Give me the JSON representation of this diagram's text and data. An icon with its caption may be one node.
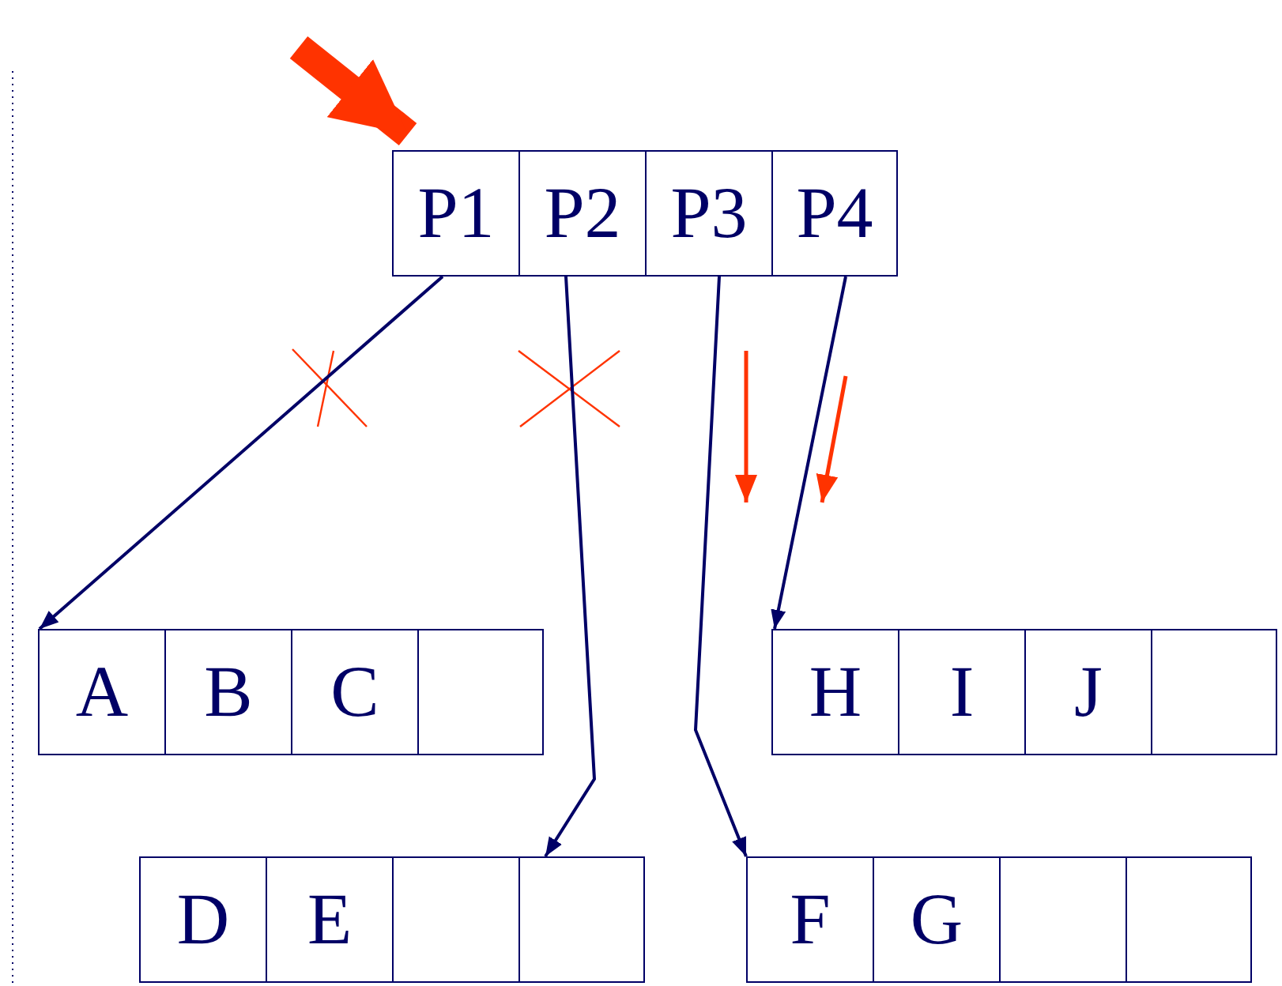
{
  "diagram": {
    "nodes": [
      {
        "text": [
          "P1"
        ]
      },
      {
        "text": [
          "P2"
        ]
      },
      {
        "text": [
          "P3"
        ]
      },
      {
        "text": [
          "P4"
        ]
      },
      {
        "text": [
          "A"
        ]
      },
      {
        "text": [
          "B"
        ]
      },
      {
        "text": [
          "C"
        ]
      },
      {
        "text": [],
        "shape": "box"
      },
      {
        "text": [
          "H"
        ]
      },
      {
        "text": [
          "I"
        ]
      },
      {
        "text": [
          "J"
        ]
      },
      {
        "text": [],
        "shape": "box"
      },
      {
        "text": [
          "D"
        ]
      },
      {
        "text": [
          "E"
        ]
      },
      {
        "text": [],
        "shape": "box"
      },
      {
        "text": [],
        "shape": "box"
      },
      {
        "text": [
          "F"
        ]
      },
      {
        "text": [
          "G"
        ]
      },
      {
        "text": [],
        "shape": "box"
      },
      {
        "text": [],
        "shape": "box"
      }
    ],
    "edges": [
      {
        "from": null,
        "to": 0,
        "arrow": "to",
        "style": "thick",
        "color": "#ff3300"
      },
      {
        "from": 0,
        "to": 4,
        "arrow": "to"
      },
      {
        "from": 1,
        "to": 15,
        "arrow": "to"
      },
      {
        "from": 2,
        "to": 16,
        "arrow": "to"
      },
      {
        "from": 3,
        "to": 8,
        "arrow": "to"
      }
    ]
  }
}
